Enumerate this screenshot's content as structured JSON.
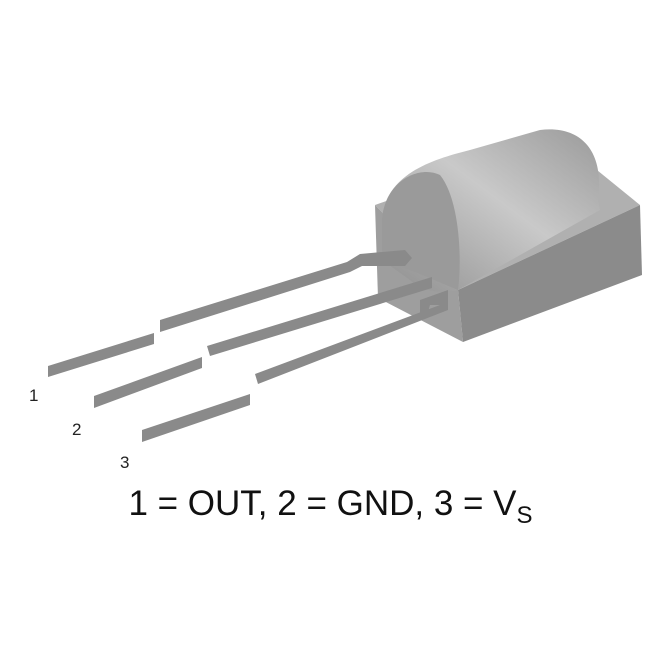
{
  "pins": [
    {
      "number": "1",
      "function": "OUT"
    },
    {
      "number": "2",
      "function": "GND"
    },
    {
      "number": "3",
      "function": "V",
      "function_subscript": "S"
    }
  ],
  "caption": {
    "part1": "1 = OUT, 2 = GND, 3 = V",
    "subscript": "S"
  },
  "colors": {
    "lead": "#8a8a8a",
    "body_front": "#8c8c8c",
    "body_side": "#9c9c9c",
    "dome": "#b5b5b5"
  }
}
